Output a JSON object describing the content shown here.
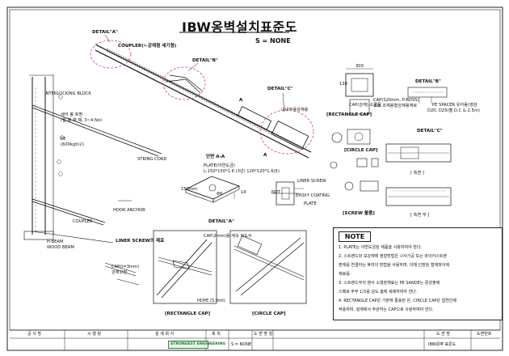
{
  "drawing": {
    "title": "IBW옹벽설치표준도",
    "scale": "S = NONE"
  },
  "labels": {
    "detail_a_top": "DETAIL\"A\"",
    "coupler": "COUPLER(ㄴ강재형 세기형)",
    "detail_b_top": "DETAIL\"B\"",
    "detail_c_top": "DETAIL\"C\"",
    "inner_prop": "내내부용강재용",
    "interlocking_block": "INTERLOCKING BLOCK",
    "left_n1": "세어 봉 호명",
    "left_n2": "(철 봉 재 제, 3~4 No)",
    "left_n3": "PE",
    "left_n4": "(600kgf/㎡)",
    "string_cord": "STRING CORD",
    "section_aa": "단면 A-A",
    "plate_line1": "PLATE(아연도금)",
    "plate_line2": "L:150*150*1.6 (3년) 120*120*1.6(5)",
    "detail_a_bottom": "DETAIL\"A\"",
    "liner_screw": "LINER SCREW",
    "nut": "NUT",
    "epoxy_coating": "EPOXY COATING",
    "plate": "PLATE",
    "coupler_left": "COUPLER",
    "wood_left": "H-BEAM",
    "wood_left2": "WOOD BEAM",
    "left_small": "HOOK ANCHOR",
    "cap_label": "CAP(강재) 소멸품",
    "cap_code": "CAP(S20mm, P-BOSS)",
    "cap_note": "소스 조체용형강재용재로",
    "rect_cap_top": "[RECTANGLE CAP]",
    "detail_b_right": "DETAIL\"B\"",
    "pe_spacer": "PE SPACER 유아용(영감",
    "pe_spacer2": "D20, D25(별 D,C & 2.5m)",
    "detail_c_right": "DETAIL\"C\"",
    "circle_cap_right": "[CIRCLE CAP]",
    "screw_bolt": "[SCREW 볼품]",
    "section_front": "[ 측면 ]",
    "section_side": "[ 측면 부 ]",
    "cap_inner": "CAP(2mm)용 계속 외도수",
    "liner_screw2": "LINER SCREW의 재료",
    "cap_3mm": "CAP(t=3mm)",
    "cap_3mm2": "강재고정",
    "hdpe": "HDPE (5.0ml)",
    "rect_cap_bottom": "[RECTANGLE CAP]",
    "circle_cap_bottom": "[CIRCLE CAP]",
    "dim_300": "300",
    "dim_130": "130",
    "dim_150": "150mm",
    "dim_pi": "Φ6",
    "dim_14": "14",
    "dim_a": "A",
    "dim_a2": "A"
  },
  "notes": {
    "heading": "NOTE",
    "items": [
      "1. PLATE는 아연도금된 제품을 사용하여야 한다.",
      "2. 스트랜드와 보강재에 정형방법은 나사가공 또는 와이어스트랜",
      "   편재를 연결하는 후미의 방법을 사용하며, 이때 인장된 철재파이에",
      "   재료를.",
      "3. 스트랜드부의 랜서 소형장재료는 PE SANDE는 중앙출에",
      "   스페로 주부 1/3를 심도 홈에 세제하여야 한다.",
      "4. RECTANGLE CAP은 기본에 통용된 은, CIRCLE CAP은 합연간제",
      "   적용하며, 설계에서 주관하는 CAP으로 사용하여야 한다."
    ]
  },
  "title_block": {
    "cells": [
      "공 사 명",
      "시 행 청",
      "설 계 회 사",
      "축 척",
      "도 면 명 칭",
      "도 면 명",
      "도면번호"
    ],
    "scale_value": "S = NONE",
    "drawing_name": "IBW옹벽 표준도",
    "logo_text": "STRONGEST ENGINEERING"
  }
}
